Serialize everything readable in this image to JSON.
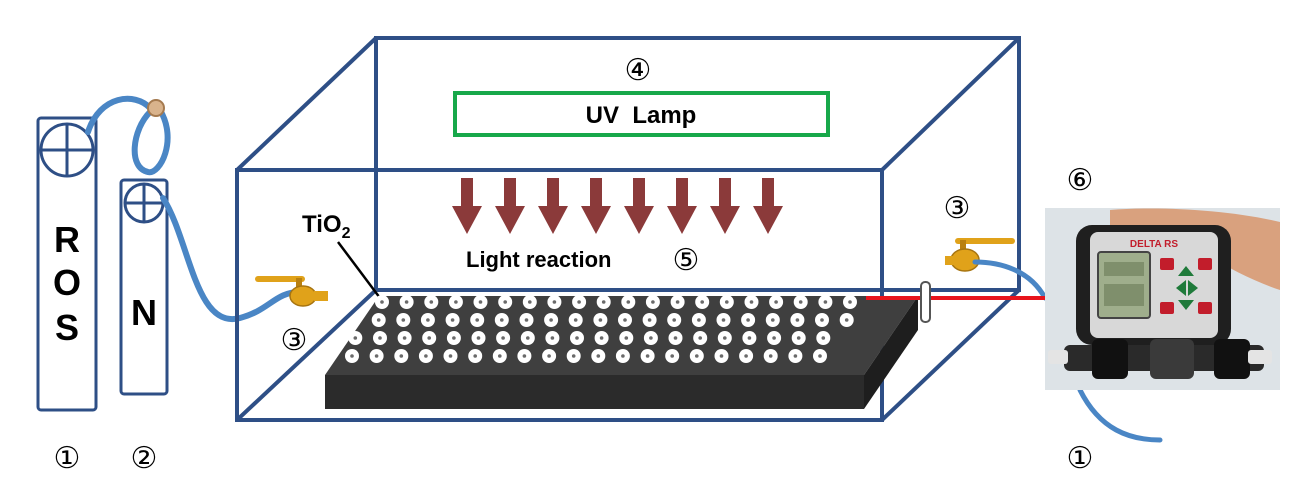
{
  "cylinder_ros": {
    "label_chars": [
      "R",
      "O",
      "S"
    ],
    "number": "①"
  },
  "cylinder_n": {
    "label": "N",
    "number": "②"
  },
  "chamber": {
    "number": "④",
    "lamp_label": "UV  Lamp",
    "lamp_color": "#18a84a",
    "frame_color": "#2e4f86"
  },
  "catalyst": {
    "label_main": "TiO",
    "label_sub": "2"
  },
  "light": {
    "label": "Light reaction",
    "number": "⑤",
    "arrow_color": "#8b3a3a"
  },
  "valve_left": {
    "number": "③"
  },
  "valve_right": {
    "number": "③"
  },
  "analyzer": {
    "number": "⑥",
    "brand": "DELTA RS",
    "outlet_number": "①"
  },
  "colors": {
    "tube": "#4a86c5",
    "probe_line": "#e8141c",
    "plate": "#3c3c3c",
    "valve": "#e0a21a"
  }
}
